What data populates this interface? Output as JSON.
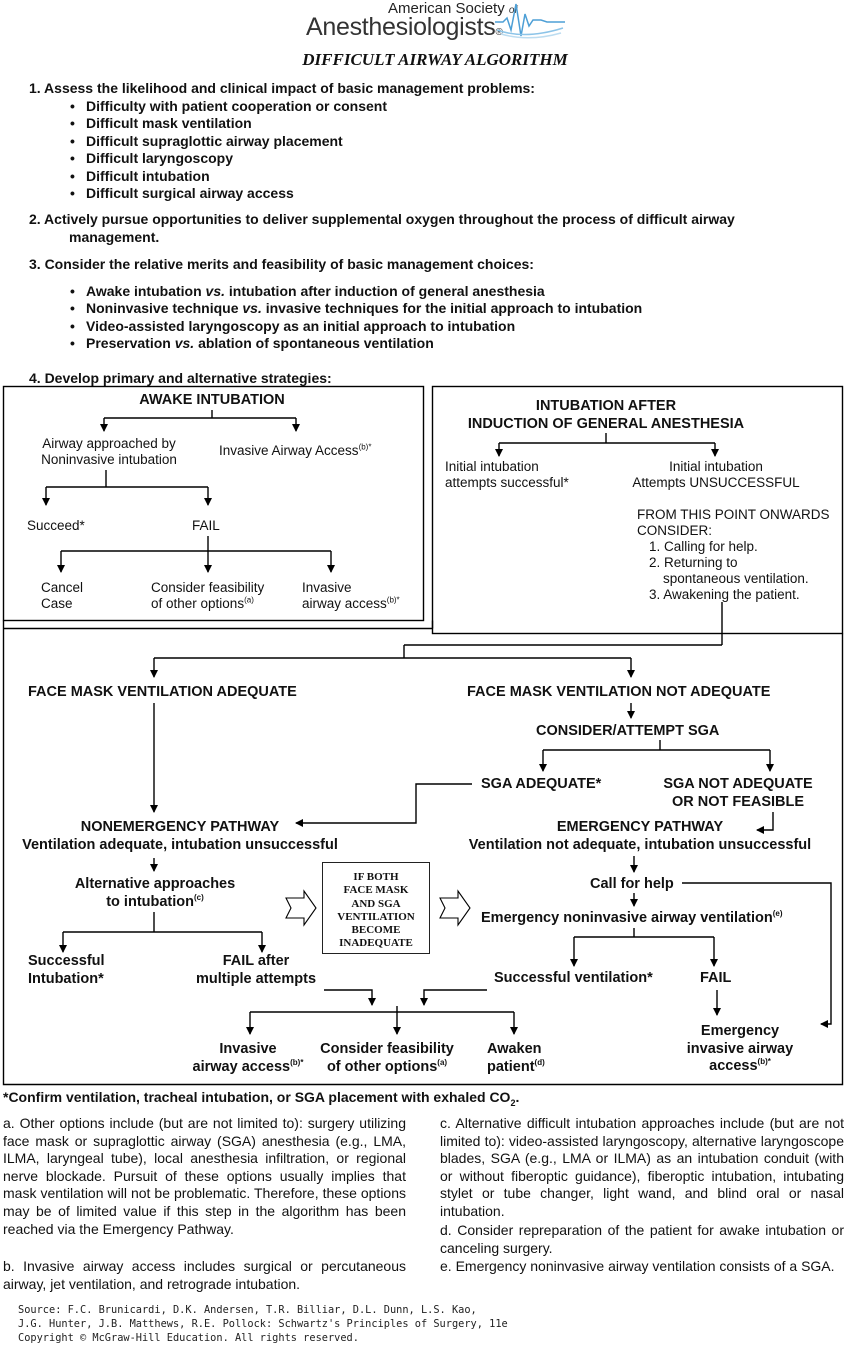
{
  "header": {
    "org_line1": "American Society",
    "org_of": "of",
    "org_line2": "Anesthesiologists",
    "registered": "®",
    "title": "DIFFICULT AIRWAY ALGORITHM"
  },
  "steps": {
    "s1": {
      "text": "1.  Assess the likelihood and clinical impact of basic management problems:",
      "bullets": [
        "Difficulty with patient cooperation or consent",
        "Difficult mask ventilation",
        "Difficult supraglottic airway placement",
        "Difficult laryngoscopy",
        "Difficult intubation",
        "Difficult surgical airway access"
      ]
    },
    "s2": {
      "line1": "2.  Actively pursue opportunities to deliver supplemental oxygen throughout the process of difficult airway",
      "line2": "management."
    },
    "s3": {
      "text": "3.  Consider the relative merits and feasibility of basic management choices:",
      "b1_pre": "Awake intubation ",
      "b1_em": "vs.",
      "b1_post": " intubation after induction of general anesthesia",
      "b2_pre": "Noninvasive technique ",
      "b2_em": "vs.",
      "b2_post": " invasive techniques for the initial approach to intubation",
      "b3": "Video-assisted laryngoscopy as an initial approach to intubation",
      "b4_pre": "Preservation ",
      "b4_em": "vs.",
      "b4_post": " ablation of spontaneous ventilation"
    },
    "s4": {
      "text": "4.  Develop primary and alternative strategies:"
    }
  },
  "awake": {
    "title": "AWAKE INTUBATION",
    "noninvasive_1": "Airway approached by",
    "noninvasive_2": "Noninvasive intubation",
    "invasive": "Invasive Airway Access",
    "sup_b": "(b)*",
    "succeed": "Succeed*",
    "fail": "FAIL",
    "cancel_1": "Cancel",
    "cancel_2": "Case",
    "consider_1": "Consider feasibility",
    "consider_2": "of other options",
    "sup_a": "(a)",
    "invasive2_1": "Invasive",
    "invasive2_2": "airway access"
  },
  "induction": {
    "title_1": "INTUBATION AFTER",
    "title_2": "INDUCTION OF GENERAL ANESTHESIA",
    "success_1": "Initial intubation",
    "success_2": "attempts successful*",
    "unsuccess_1": "Initial intubation",
    "unsuccess_2": "Attempts UNSUCCESSFUL",
    "from_1": "FROM THIS POINT ONWARDS",
    "from_2": "CONSIDER:",
    "c1": "1. Calling for help.",
    "c2a": "2. Returning to",
    "c2b": "spontaneous ventilation.",
    "c3": "3. Awakening the patient."
  },
  "main": {
    "fmv_adequate": "FACE MASK VENTILATION ADEQUATE",
    "fmv_not": "FACE MASK VENTILATION NOT ADEQUATE",
    "consider_sga": "CONSIDER/ATTEMPT SGA",
    "sga_adequate": "SGA ADEQUATE*",
    "sga_not_1": "SGA NOT ADEQUATE",
    "sga_not_2": "OR NOT FEASIBLE",
    "nonemerg_1": "NONEMERGENCY PATHWAY",
    "nonemerg_2": "Ventilation adequate, intubation unsuccessful",
    "emerg_1": "EMERGENCY PATHWAY",
    "emerg_2": "Ventilation not adequate, intubation unsuccessful",
    "alt_1": "Alternative approaches",
    "alt_2": "to intubation",
    "sup_c": "(c)",
    "ifboth": [
      "IF BOTH",
      "FACE MASK",
      "AND SGA",
      "VENTILATION",
      "BECOME",
      "INADEQUATE"
    ],
    "call_help": "Call for help",
    "emerg_noninv": "Emergency noninvasive airway ventilation",
    "sup_e": "(e)",
    "successful_int_1": "Successful",
    "successful_int_2": "Intubation*",
    "fail_after_1": "FAIL after",
    "fail_after_2": "multiple attempts",
    "succ_vent": "Successful ventilation*",
    "fail": "FAIL",
    "inv_1": "Invasive",
    "inv_2": "airway access",
    "sup_bs": "(b)*",
    "cons_1": "Consider feasibility",
    "cons_2": "of other options",
    "sup_a": "(a)",
    "awaken_1": "Awaken",
    "awaken_2": "patient",
    "sup_d": "(d)",
    "einv_1": "Emergency",
    "einv_2": "invasive airway",
    "einv_3": "access"
  },
  "footnotes": {
    "confirm": "*Confirm ventilation, tracheal intubation, or SGA placement with exhaled CO",
    "confirm_sub": "2",
    "confirm_end": ".",
    "a": "a. Other options include (but are not limited to): surgery utilizing face mask or supraglottic airway (SGA) anesthesia (e.g., LMA, ILMA, laryngeal tube), local anesthesia infiltration, or regional nerve blockade. Pursuit of these options usually implies that mask ventilation will not be problematic.  Therefore, these options may be of limited value if this step in the algorithm has been reached via the Emergency Pathway.",
    "b": "b. Invasive airway access includes surgical or percutaneous airway, jet ventilation, and retrograde intubation.",
    "c": "c. Alternative difficult intubation approaches include (but are not limited to): video-assisted laryngoscopy, alternative laryngoscope blades, SGA (e.g., LMA or ILMA) as an intubation conduit (with or without fiberoptic guidance), fiberoptic intubation, intubating stylet or tube changer, light wand, and blind oral or nasal intubation.",
    "d": "d. Consider repreparation of the patient for awake intubation or canceling surgery.",
    "e": "e. Emergency noninvasive airway ventilation consists of a SGA."
  },
  "source": {
    "line1": "Source: F.C. Brunicardi, D.K. Andersen, T.R. Billiar, D.L. Dunn, L.S. Kao,",
    "line2": "J.G. Hunter, J.B. Matthews, R.E. Pollock: Schwartz's Principles of Surgery, 11e",
    "line3": "Copyright © McGraw-Hill Education. All rights reserved."
  }
}
